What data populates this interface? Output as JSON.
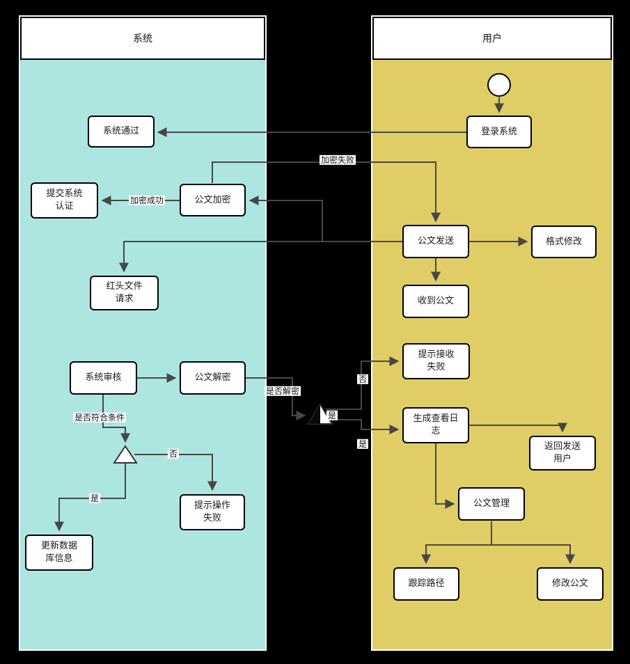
{
  "diagram": {
    "lanes": [
      {
        "title": "系统"
      },
      {
        "title": "用户"
      }
    ]
  },
  "nodes": [
    {
      "label": "系统通过"
    },
    {
      "label": "提交系统\n认证"
    },
    {
      "label": "公文加密"
    },
    {
      "label": "红头文件\n请求"
    },
    {
      "label": "系统审核"
    },
    {
      "label": "公文解密"
    },
    {
      "label": "提示操作\n失败"
    },
    {
      "label": "更新数据\n库信息"
    },
    {
      "label": "登录系统"
    },
    {
      "label": "公文发送"
    },
    {
      "label": "格式修改"
    },
    {
      "label": "收到公文"
    },
    {
      "label": "提示接收\n失败"
    },
    {
      "label": "生成查看日\n志"
    },
    {
      "label": "返回发送\n用户"
    },
    {
      "label": "公文管理"
    },
    {
      "label": "跟踪路径"
    },
    {
      "label": "修改公文"
    }
  ],
  "edge_labels": [
    {
      "text": "加密失败"
    },
    {
      "text": "加密成功"
    },
    {
      "text": "是否解密"
    },
    {
      "text": "否"
    },
    {
      "text": "是"
    },
    {
      "text": "是"
    },
    {
      "text": "是否符合条件"
    },
    {
      "text": "否"
    },
    {
      "text": "是"
    }
  ],
  "colors": {
    "background": "#000000",
    "system_lane": "#ade6e1",
    "user_lane": "#e0cd66",
    "node_fill": "#ffffff",
    "node_border": "#000000",
    "lane_border": "#ffffff",
    "connector": "#474747"
  }
}
